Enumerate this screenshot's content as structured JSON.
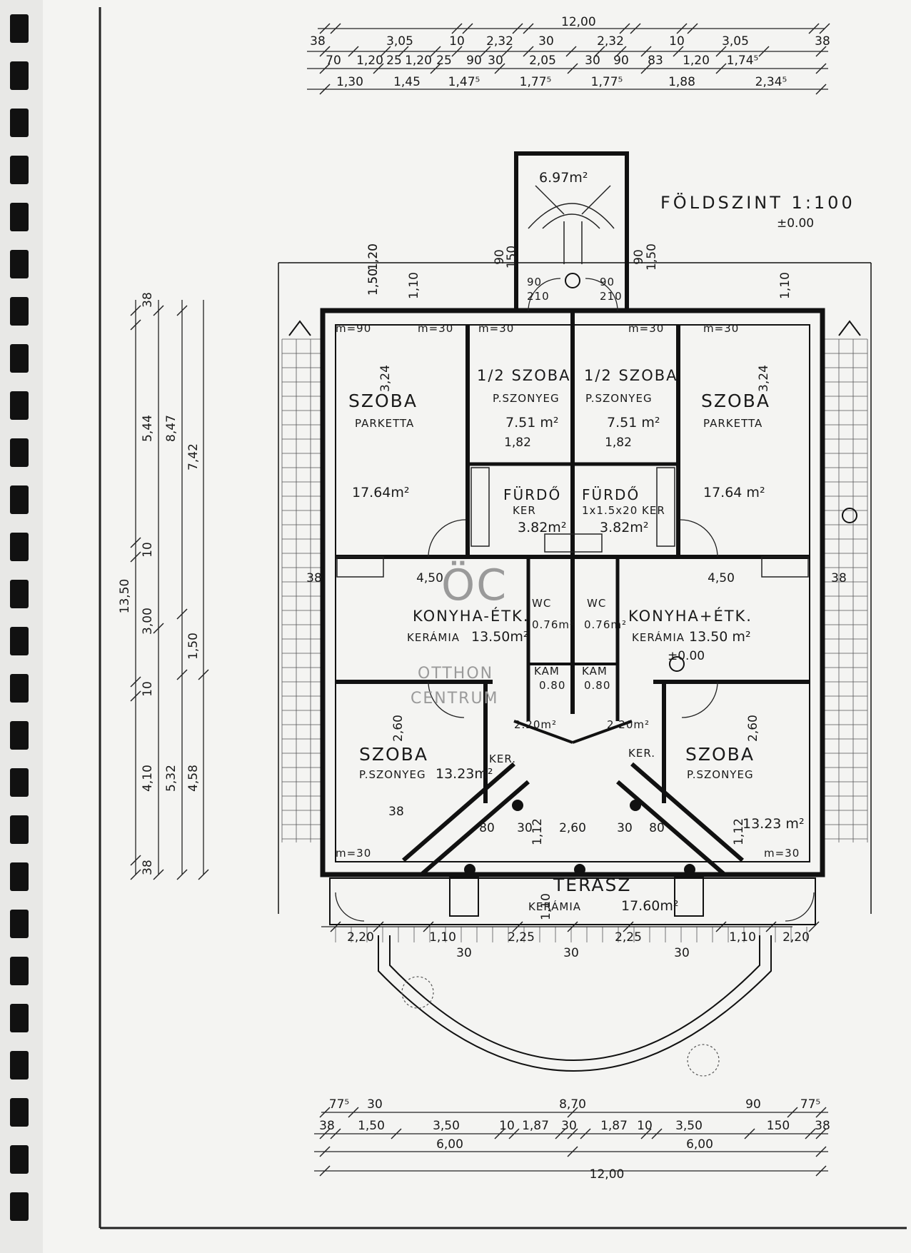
{
  "drawing": {
    "title": "FÖLDSZINT  1:100",
    "level": "±0.00",
    "level_inner": "±0.00"
  },
  "watermark": {
    "logo": "ÖC",
    "line1": "OTTHON",
    "line2": "CENTRUM"
  },
  "rooms": {
    "szoba_left_top": {
      "name": "SZOBA",
      "floor": "PARKETTA",
      "area": "17.64m²"
    },
    "szoba_right_top": {
      "name": "SZOBA",
      "floor": "PARKETTA",
      "area": "17.64 m²"
    },
    "half_szoba_left": {
      "name": "1/2 SZOBA",
      "floor": "P.SZONYEG",
      "area": "7.51 m²"
    },
    "half_szoba_right": {
      "name": "1/2 SZOBA",
      "floor": "P.SZONYEG",
      "area": "7.51 m²"
    },
    "furdo_left": {
      "name": "FÜRDŐ",
      "tile": "KER",
      "area": "3.82m²"
    },
    "furdo_right": {
      "name": "FÜRDŐ",
      "tile": "1x1.5x20 KER",
      "area": "3.82m²"
    },
    "konyha_left": {
      "name": "KONYHA-ÉTK.",
      "floor": "KERÁMIA",
      "area": "13.50m²"
    },
    "konyha_right": {
      "name": "KONYHA+ÉTK.",
      "floor": "KERÁMIA",
      "area": "13.50 m²"
    },
    "wc_left": {
      "name": "WC",
      "area": "0.76m²"
    },
    "wc_right": {
      "name": "WC",
      "area": "0.76m²"
    },
    "kam_left": {
      "name": "KAM",
      "area": "0.80"
    },
    "kam_right": {
      "name": "KAM",
      "area": "0.80"
    },
    "hall_left": {
      "area": "2.20m²"
    },
    "hall_right": {
      "area": "2.20m²"
    },
    "szoba_left_bottom": {
      "name": "SZOBA",
      "floor": "P.SZONYEG",
      "area": "13.23m²"
    },
    "szoba_right_bottom": {
      "name": "SZOBA",
      "floor": "P.SZONYEG",
      "area": "13.23 m²"
    },
    "terasz": {
      "name": "TERASZ",
      "floor": "KERÁMIA",
      "area": "17.60m²"
    },
    "stair": {
      "area": "6.97m²"
    }
  },
  "labels": {
    "ker": "KER.",
    "window_m90": "m=90",
    "window_m30": "m=30",
    "door_90": "90",
    "door_210": "210"
  },
  "dims": {
    "top_total": "12,00",
    "top_row1": [
      "38",
      "3,05",
      "10",
      "2,32",
      "30",
      "2,32",
      "10",
      "3,05",
      "38"
    ],
    "top_row2": [
      "70",
      "1,20",
      "25",
      "1,20",
      "25",
      "90",
      "30",
      "2,05",
      "30",
      "90",
      "83",
      "1,20",
      "1,74⁵"
    ],
    "top_row3": [
      "1,30",
      "1,45",
      "1,47⁵",
      "1,77⁵",
      "1,77⁵",
      "1,88",
      "2,34⁵"
    ],
    "bottom_row1": [
      "77⁵",
      "30",
      "8,70",
      "90",
      "77⁵"
    ],
    "bottom_row2": [
      "38",
      "1,50",
      "3,50",
      "10",
      "1,87",
      "30",
      "1,87",
      "10",
      "3,50",
      "150",
      "38"
    ],
    "bottom_row3": [
      "6,00",
      "6,00"
    ],
    "bottom_total": "12,00",
    "left_col1": [
      "38",
      "5,44",
      "10",
      "3,00",
      "10",
      "4,10",
      "38"
    ],
    "left_col2": [
      "8,47",
      "5,32"
    ],
    "left_col3": [
      "7,42",
      "1,50",
      "4,58"
    ],
    "left_total": "13,50",
    "terrace": [
      "2,20",
      "1,10",
      "2,25",
      "2,25",
      "1,10",
      "2,20"
    ],
    "terrace_sub": [
      "30",
      "30",
      "30"
    ],
    "inner": [
      "4,50",
      "4,50",
      "1,82",
      "1,82",
      "3,24",
      "3,24",
      "2,60",
      "2,60",
      "2,60",
      "80",
      "30",
      "30",
      "80",
      "1,10",
      "1,12",
      "1,12",
      "1,20",
      "1,50",
      "1,20",
      "1,50",
      "90",
      "150",
      "90",
      "1,50",
      "1,10",
      "1,10",
      "38",
      "38",
      "38"
    ]
  }
}
